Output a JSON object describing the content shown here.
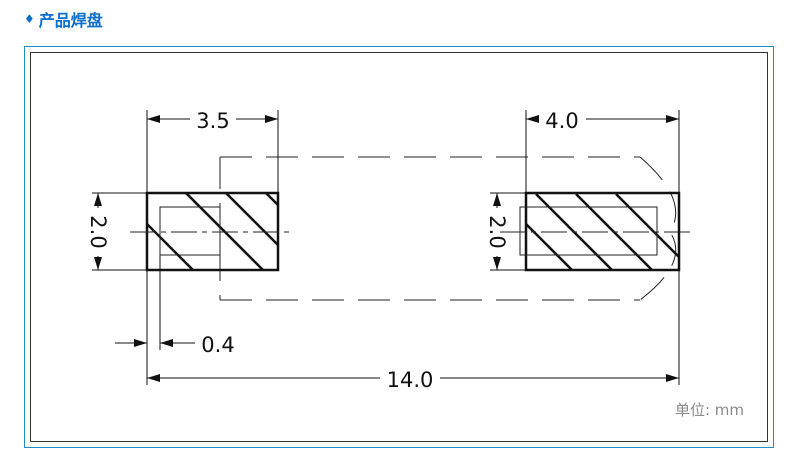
{
  "header": {
    "bullet": "♦",
    "title": "产品焊盘"
  },
  "dimensions": {
    "left_pad_width": "3.5",
    "right_pad_width": "4.0",
    "left_pad_height": "2.0",
    "right_pad_height": "2.0",
    "edge_offset": "0.4",
    "total_length": "14.0"
  },
  "unit_label": "单位:  mm",
  "colors": {
    "header": "#0a6fd0",
    "frame_border": "#1a8fc9",
    "line": "#111111",
    "unit_text": "#8a8a8a"
  }
}
